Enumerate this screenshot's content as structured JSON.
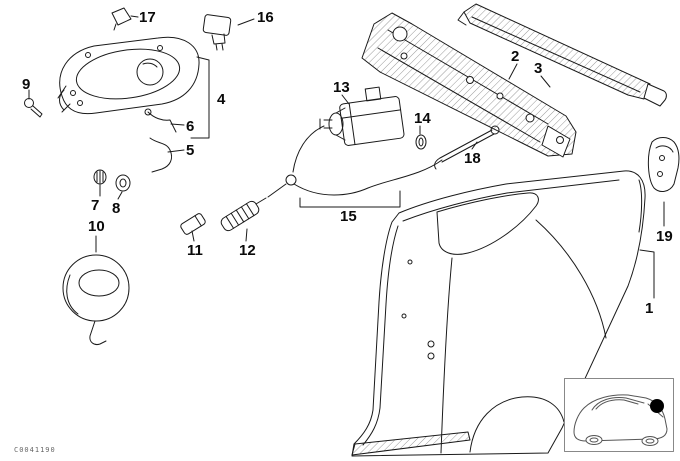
{
  "parts": [
    {
      "number": "1"
    },
    {
      "number": "2"
    },
    {
      "number": "3"
    },
    {
      "number": "4"
    },
    {
      "number": "5"
    },
    {
      "number": "6"
    },
    {
      "number": "7"
    },
    {
      "number": "8"
    },
    {
      "number": "9"
    },
    {
      "number": "10"
    },
    {
      "number": "11"
    },
    {
      "number": "12"
    },
    {
      "number": "13"
    },
    {
      "number": "14"
    },
    {
      "number": "15"
    },
    {
      "number": "16"
    },
    {
      "number": "17"
    },
    {
      "number": "18"
    },
    {
      "number": "19"
    }
  ],
  "footer": {
    "code": "C0041190"
  },
  "colors": {
    "line": "#1a1a1a",
    "background": "#ffffff",
    "location_marker": "#000000",
    "thumbnail_border": "#888888"
  },
  "icons": {
    "location_thumbnail": "car-rear-quarter-icon",
    "location_marker": "filled-circle-marker"
  }
}
